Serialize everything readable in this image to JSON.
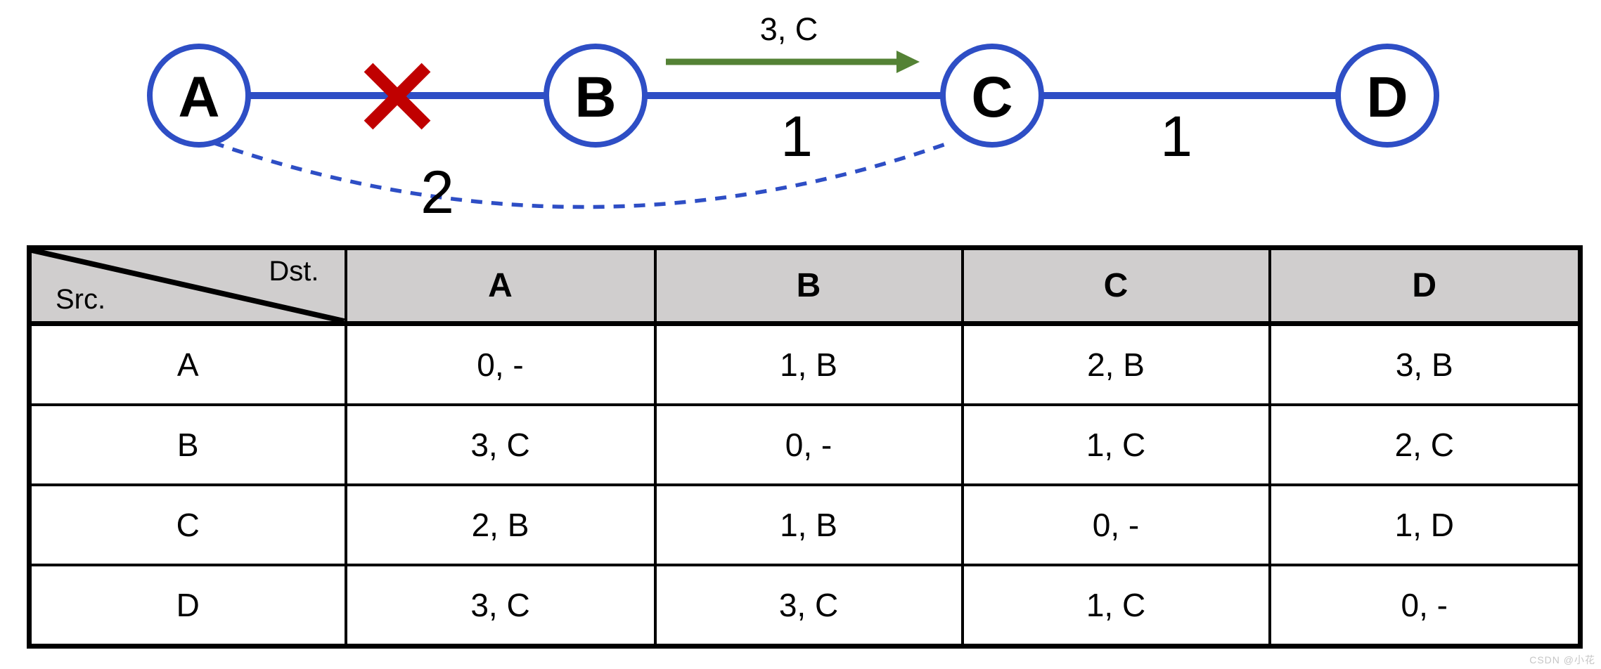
{
  "graph": {
    "nodes": [
      {
        "id": "A"
      },
      {
        "id": "B"
      },
      {
        "id": "C"
      },
      {
        "id": "D"
      }
    ],
    "edges": [
      {
        "between": "B-C",
        "weight": "1"
      },
      {
        "between": "C-D",
        "weight": "1"
      }
    ],
    "dashed_edge": {
      "between": "A-C",
      "weight": "2"
    },
    "broken_link": {
      "between": "A-B",
      "symbol": "X"
    },
    "advertisement_arrow": {
      "from": "B",
      "to": "C",
      "label": "3, C"
    },
    "colors": {
      "link": "#2e4ec5",
      "failure": "#c00000",
      "advertisement": "#548235"
    }
  },
  "table": {
    "corner": {
      "dst": "Dst.",
      "src": "Src."
    },
    "columns": [
      "A",
      "B",
      "C",
      "D"
    ],
    "rows": [
      {
        "src": "A",
        "cells": [
          {
            "text": "0, -",
            "highlight": false
          },
          {
            "text": "1, B",
            "highlight": false
          },
          {
            "text": "2, B",
            "highlight": false
          },
          {
            "text": "3, B",
            "highlight": false
          }
        ]
      },
      {
        "src": "B",
        "cells": [
          {
            "text": "3, C",
            "highlight": true
          },
          {
            "text": "0, -",
            "highlight": false
          },
          {
            "text": "1, C",
            "highlight": false
          },
          {
            "text": "2, C",
            "highlight": false
          }
        ]
      },
      {
        "src": "C",
        "cells": [
          {
            "text": "2, B",
            "highlight": false
          },
          {
            "text": "1, B",
            "highlight": false
          },
          {
            "text": "0, -",
            "highlight": false
          },
          {
            "text": "1, D",
            "highlight": false
          }
        ]
      },
      {
        "src": "D",
        "cells": [
          {
            "text": "3, C",
            "highlight": false
          },
          {
            "text": "3, C",
            "highlight": false
          },
          {
            "text": "1, C",
            "highlight": false
          },
          {
            "text": "0, -",
            "highlight": false
          }
        ]
      }
    ],
    "header_bg": "#d0cece",
    "highlight_color": "#c00000"
  },
  "watermark": {
    "text": "CSDN @小花"
  }
}
